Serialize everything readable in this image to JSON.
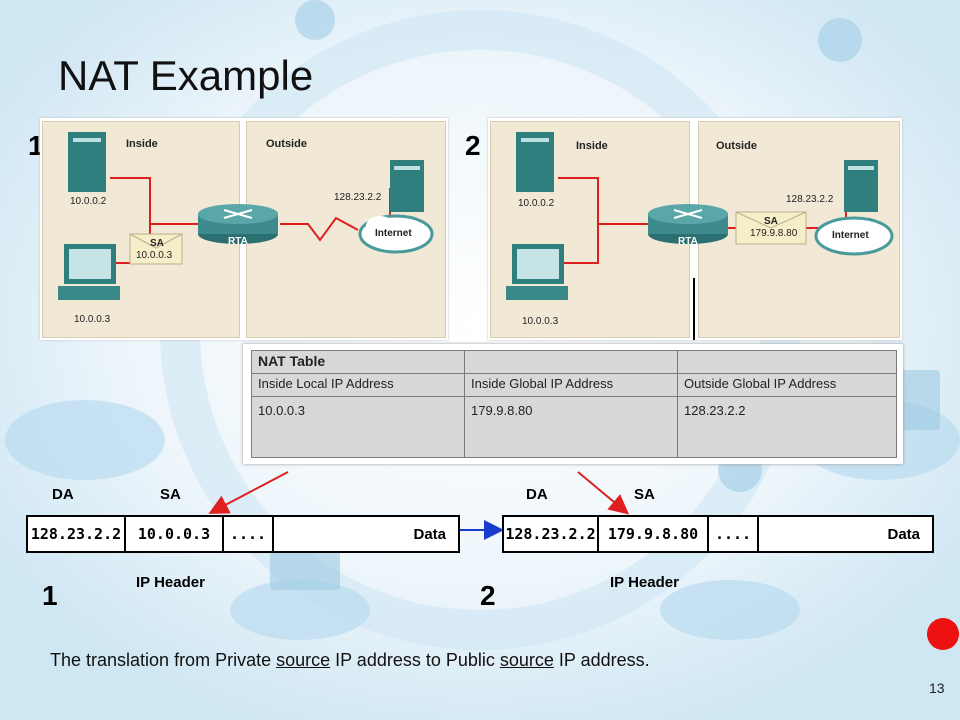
{
  "title": "NAT Example",
  "step_numbers": {
    "top_left": "1",
    "top_right": "2",
    "bottom_left": "1",
    "bottom_right": "2"
  },
  "diagram1": {
    "inside_label": "Inside",
    "outside_label": "Outside",
    "server_ip": "10.0.0.2",
    "pc_ip": "10.0.0.3",
    "sa_label": "SA",
    "sa_value": "10.0.0.3",
    "router_label": "RTA",
    "internet_label": "Internet",
    "remote_ip": "128.23.2.2"
  },
  "diagram2": {
    "inside_label": "Inside",
    "outside_label": "Outside",
    "server_ip": "10.0.0.2",
    "pc_ip": "10.0.0.3",
    "sa_label": "SA",
    "sa_value": "179.9.8.80",
    "router_label": "RTA",
    "internet_label": "Internet",
    "remote_ip": "128.23.2.2"
  },
  "nat_table": {
    "title": "NAT Table",
    "columns": [
      "Inside Local IP Address",
      "Inside Global IP Address",
      "Outside Global IP Address"
    ],
    "row": [
      "10.0.0.3",
      "179.9.8.80",
      "128.23.2.2"
    ]
  },
  "packet1": {
    "da_label": "DA",
    "sa_label": "SA",
    "da": "128.23.2.2",
    "sa": "10.0.0.3",
    "more": "....",
    "data": "Data",
    "header_label": "IP Header"
  },
  "packet2": {
    "da_label": "DA",
    "sa_label": "SA",
    "da": "128.23.2.2",
    "sa": "179.9.8.80",
    "more": "....",
    "data": "Data",
    "header_label": "IP Header"
  },
  "caption": {
    "part1": "The translation from Private ",
    "u1": "source",
    "part2": " IP address to Public ",
    "u2": "source",
    "part3": " IP address."
  },
  "page_number": "13",
  "colors": {
    "link_red": "#e02020",
    "arrow_blue": "#1a3ccc",
    "router_teal": "#3f8a8c",
    "panel": "#f1e9d6"
  }
}
